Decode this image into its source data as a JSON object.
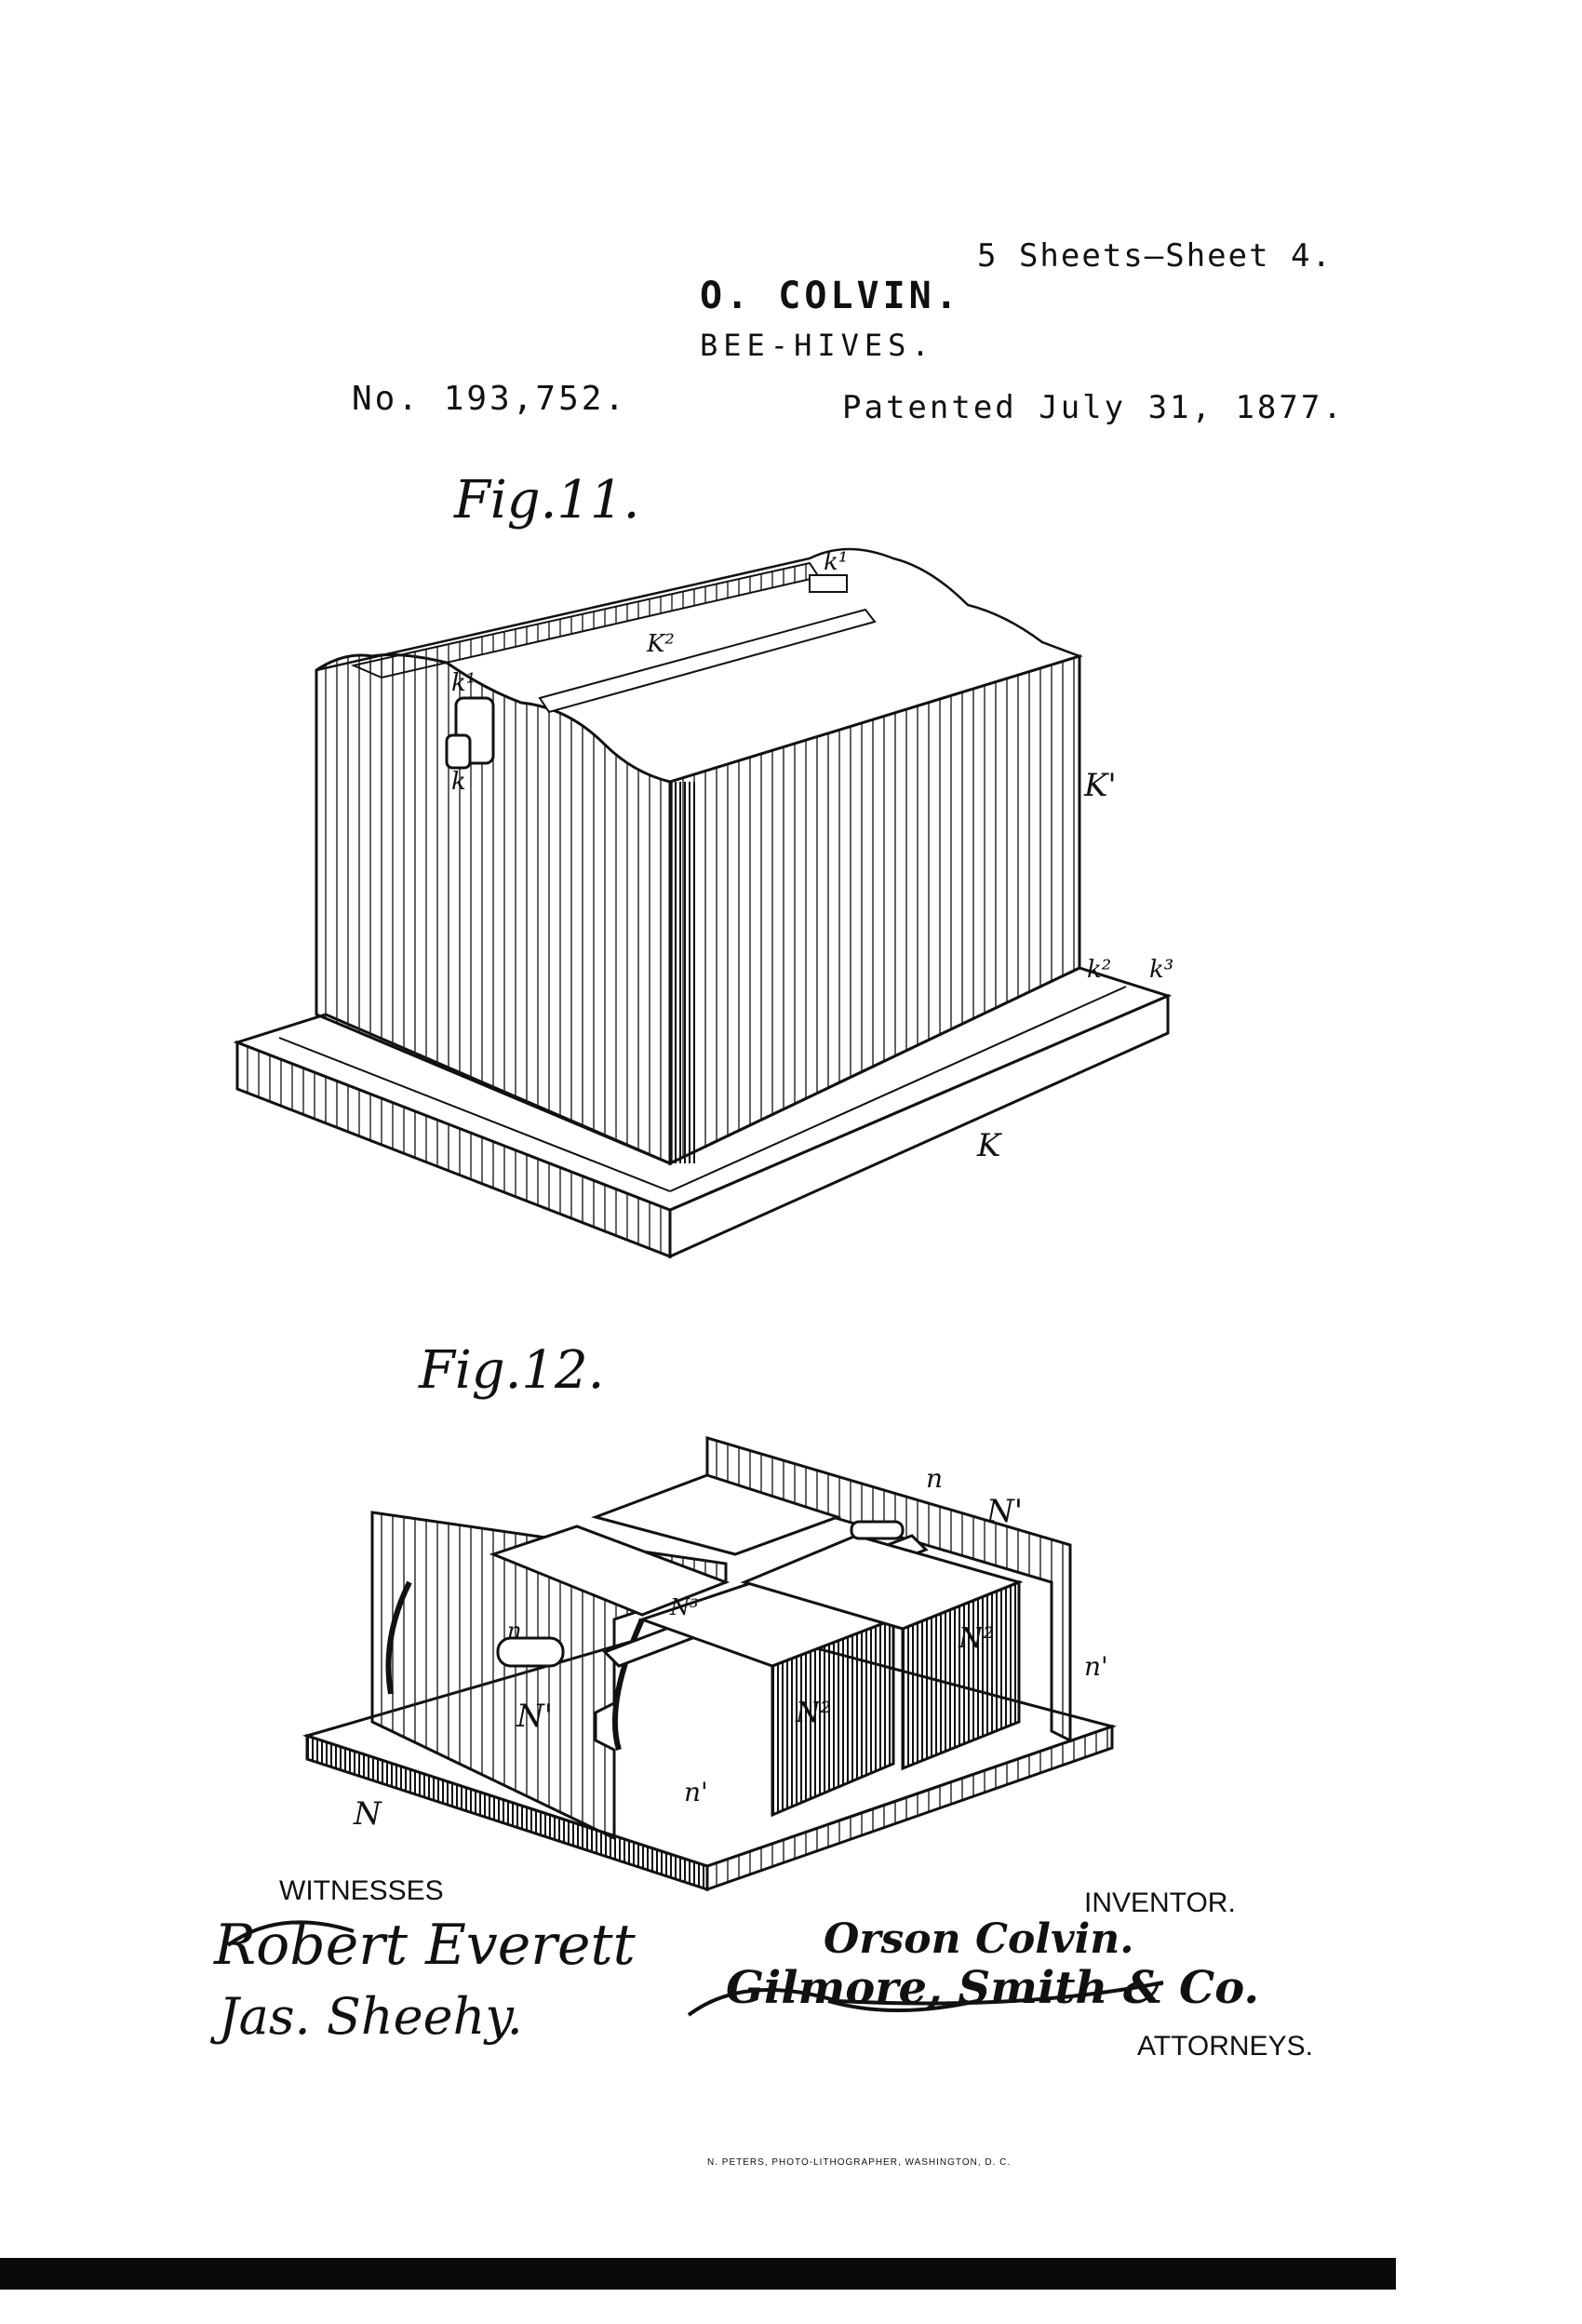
{
  "header": {
    "sheets": "5 Sheets—Sheet 4.",
    "inventor_name": "O. COLVIN.",
    "title": "BEE-HIVES.",
    "patent_number": "No. 193,752.",
    "patent_date": "Patented July 31, 1877."
  },
  "figures": {
    "fig11_label": "Fig.11.",
    "fig12_label": "Fig.12.",
    "fig11_refs": [
      "k¹",
      "k",
      "K²",
      "k¹",
      "K'",
      "k²",
      "k³",
      "K"
    ],
    "fig12_refs": [
      "n",
      "N'",
      "N³",
      "n",
      "N'",
      "N²",
      "N²",
      "n'",
      "n'",
      "N"
    ]
  },
  "signatures": {
    "witnesses_label": "WITNESSES",
    "witness_1": "Robert Everett",
    "witness_2": "Jas. Sheehy.",
    "inventor_label": "INVENTOR.",
    "inventor_signature": "Orson Colvin.",
    "attorney_signature": "Gilmore, Smith & Co.",
    "attorney_label": "ATTORNEYS."
  },
  "footer": {
    "printer": "N. PETERS, PHOTO-LITHOGRAPHER, WASHINGTON, D. C."
  },
  "colors": {
    "ink": "#111111",
    "paper": "#ffffff",
    "bar": "#0a0a0a"
  }
}
